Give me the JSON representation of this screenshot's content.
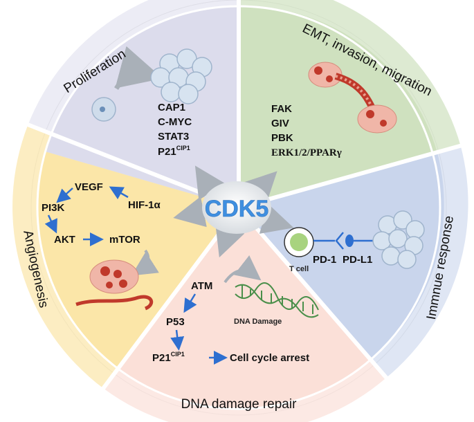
{
  "center": {
    "label": "CDK5"
  },
  "sections": {
    "proliferation": {
      "title": "Proliferation",
      "items": [
        "CAP1",
        "C-MYC",
        "STAT3"
      ],
      "p21_base": "P21",
      "p21_sup": "CIP1"
    },
    "emt": {
      "title": "EMT, invasion, migration",
      "items": [
        "FAK",
        "GIV",
        "PBK"
      ],
      "serif_item": "ERK1/2/PPARγ"
    },
    "immune": {
      "title": "Immnue response",
      "t_cell": "T cell",
      "pd1": "PD-1",
      "pdl1": "PD-L1"
    },
    "dna": {
      "title": "DNA damage repair",
      "atm": "ATM",
      "damage": "DNA Damage",
      "p53": "P53",
      "p21_base": "P21",
      "p21_sup": "CIP1",
      "arrest": "Cell cycle arrest"
    },
    "angio": {
      "title": "Angiogenesis",
      "vegf": "VEGF",
      "hif": "HIF-1α",
      "pi3k": "PI3K",
      "akt": "AKT",
      "mtor": "mTOR"
    }
  },
  "colors": {
    "proliferation": "#dcdcec",
    "emt": "#cfe1bf",
    "immune": "#c9d5ec",
    "dna": "#fbe0d8",
    "angio": "#fbe6a8",
    "arrow_blue": "#2e6fd0",
    "arrow_grey": "#a9b0b8",
    "center_text": "#3f8fe0"
  }
}
